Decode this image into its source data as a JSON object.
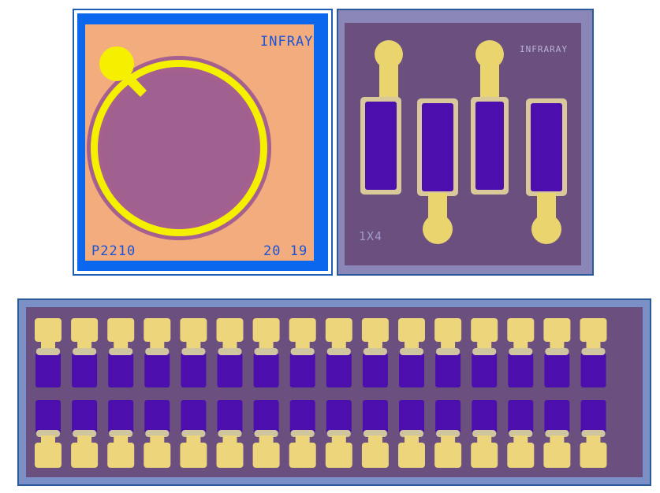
{
  "panels": {
    "single": {
      "brand": "INFRAY",
      "part": "P2210",
      "year": "20 19"
    },
    "array_1x4": {
      "brand": "INFRARAY",
      "label": "1X4"
    },
    "array_1x16": {}
  },
  "colors": {
    "frame_blue": "#0b67ee",
    "substrate_orange": "#f2ac7e",
    "sensor_purple": "#a06090",
    "metal_yellow": "#f5f000",
    "chip_purple": "#6b4f7f",
    "element_violet": "#4c0fae",
    "pad_gold": "#ecd57a"
  }
}
